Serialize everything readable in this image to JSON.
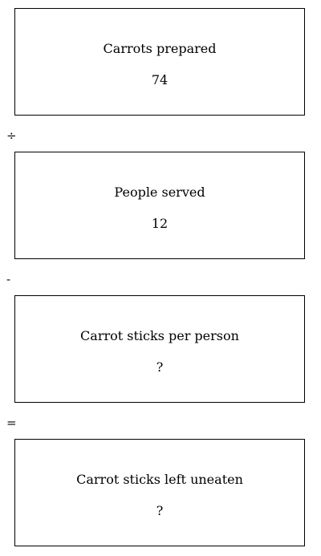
{
  "boxes": [
    {
      "label": "Carrots prepared",
      "value": "74"
    },
    {
      "label": "People served",
      "value": "12"
    },
    {
      "label": "Carrot sticks per person",
      "value": "?"
    },
    {
      "label": "Carrot sticks left uneaten",
      "value": "?"
    }
  ],
  "operators": [
    "÷",
    "-",
    "="
  ]
}
